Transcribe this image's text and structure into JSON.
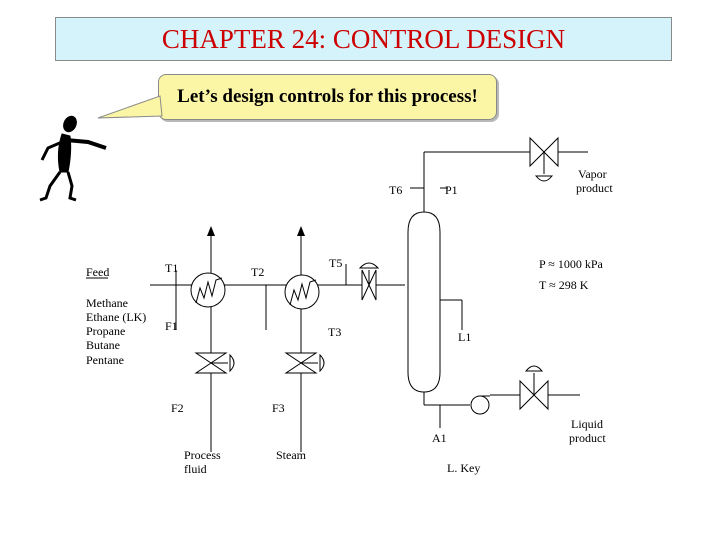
{
  "title": "CHAPTER 24: CONTROL DESIGN",
  "callout": "Let’s design controls for this process!",
  "feed": {
    "label": "Feed",
    "components": [
      "Methane",
      "Ethane (LK)",
      "Propane",
      "Butane",
      "Pentane"
    ]
  },
  "instruments": {
    "T1": "T1",
    "T2": "T2",
    "T3": "T3",
    "T5": "T5",
    "T6": "T6",
    "F1": "F1",
    "F2": "F2",
    "F3": "F3",
    "P1": "P1",
    "L1": "L1",
    "A1": "A1"
  },
  "conditions": {
    "pressure": "P ≈ 1000 kPa",
    "temperature": "T ≈ 298 K"
  },
  "streams": {
    "vapor_line1": "Vapor",
    "vapor_line2": "product",
    "liquid_line1": "Liquid",
    "liquid_line2": "product",
    "process_line1": "Process",
    "process_line2": "fluid",
    "steam": "Steam",
    "lkey": "L. Key"
  }
}
